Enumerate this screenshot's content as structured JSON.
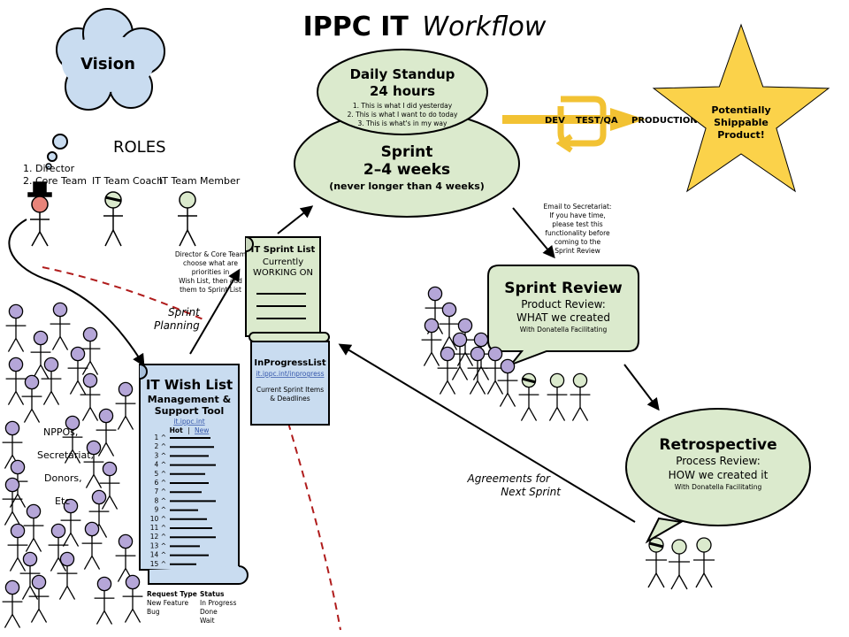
{
  "title": {
    "main": "IPPC IT",
    "italic": "Workflow"
  },
  "vision": {
    "label": "Vision"
  },
  "roles": {
    "heading": "ROLES",
    "director": "1. Director",
    "core_team": "2. Core Team",
    "coach": "IT Team Coach",
    "member": "IT Team Member"
  },
  "stakeholders": {
    "lines": [
      "NPPOs,",
      "Secretariat,",
      "Donors,",
      "Etc"
    ]
  },
  "standup": {
    "title": "Daily Standup",
    "duration": "24 hours",
    "items": [
      "1. This is what I did yesterday",
      "2. This is what I want to do today",
      "3. This is what's in my way"
    ]
  },
  "sprint": {
    "title": "Sprint",
    "duration": "2–4 weeks",
    "note": "(never longer than 4 weeks)"
  },
  "pipeline": {
    "dev": "DEV",
    "test": "TEST/QA",
    "production": "PRODUCTION"
  },
  "star": {
    "lines": [
      "Potentially",
      "Shippable",
      "Product!"
    ]
  },
  "email_note": {
    "lines": [
      "Email to Secretariat:",
      "If you have time,",
      "please test this",
      "functionality before",
      "coming to the",
      "Sprint Review"
    ]
  },
  "planning_note": {
    "lines": [
      "Director & Core Team",
      "choose what are",
      "priorities in",
      "Wish List, then add",
      "them to Sprint List"
    ]
  },
  "sprint_planning": {
    "lines": [
      "Sprint",
      "Planning"
    ]
  },
  "sprint_list": {
    "title": "IT Sprint List",
    "line2": "Currently",
    "line3": "WORKING ON"
  },
  "inprogress": {
    "title": "InProgressList",
    "link": "it.ippc.int/inprogress",
    "desc": [
      "Current Sprint Items",
      "& Deadlines"
    ]
  },
  "wish_list": {
    "title": "IT Wish List",
    "subtitle": [
      "Management &",
      "Support Tool"
    ],
    "link": "it.ippc.int",
    "hot": "Hot",
    "separator": "|",
    "new": "New",
    "rows": [
      "1 ^",
      "2 ^",
      "3 ^",
      "4 ^",
      "5 ^",
      "6 ^",
      "7 ^",
      "8 ^",
      "9 ^",
      "10 ^",
      "11 ^",
      "12 ^",
      "13 ^",
      "14 ^",
      "15 ^"
    ]
  },
  "request_type": {
    "heading": "Request Type",
    "items": [
      "New Feature",
      "Bug"
    ]
  },
  "status": {
    "heading": "Status",
    "items": [
      "In Progress",
      "Done",
      "Wait"
    ]
  },
  "sprint_review": {
    "title": "Sprint Review",
    "line2": "Product Review:",
    "line3": "WHAT we created",
    "line4": "With Donatella Facilitating"
  },
  "retrospective": {
    "title": "Retrospective",
    "line2": "Process Review:",
    "line3": "HOW we created it",
    "line4": "With Donatella Facilitating"
  },
  "agreements": {
    "lines": [
      "Agreements for",
      "Next Sprint"
    ]
  },
  "colors": {
    "green": "#dbeacd",
    "blue": "#c9dcf0",
    "purple": "#b5a6d8",
    "gold": "#f2c233",
    "star": "#fbd24a",
    "skin": "#e8847a",
    "dashed": "#b01c1c"
  }
}
